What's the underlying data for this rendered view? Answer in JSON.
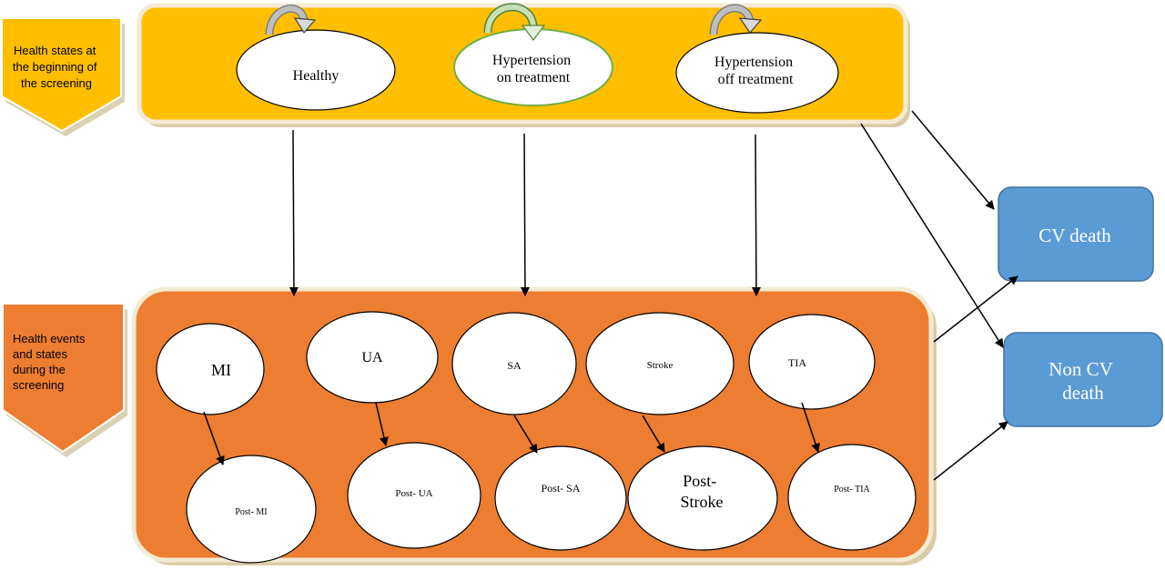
{
  "colors": {
    "top_band": "#FFBF00",
    "bottom_band": "#ED7D31",
    "death_box": "#5B9BD5",
    "ellipse_fill": "#FFFFFF",
    "green_outline": "#70AD47"
  },
  "side_labels": {
    "top": [
      "Health states at",
      "the beginning of",
      "the screening"
    ],
    "bottom": [
      "Health events",
      "and states",
      "during the",
      "screening"
    ]
  },
  "initial_states": {
    "healthy": "Healthy",
    "htn_on": [
      "Hypertension",
      "on treatment"
    ],
    "htn_off": [
      "Hypertension",
      "off treatment"
    ]
  },
  "events": {
    "mi": "MI",
    "ua": "UA",
    "sa": "SA",
    "stroke": "Stroke",
    "tia": "TIA"
  },
  "post_events": {
    "post_mi": "Post- MI",
    "post_ua": "Post- UA",
    "post_sa": "Post- SA",
    "post_stroke": [
      "Post-",
      "Stroke"
    ],
    "post_tia": "Post- TIA"
  },
  "outcomes": {
    "cv_death": "CV death",
    "non_cv_death": [
      "Non CV",
      "death"
    ]
  },
  "icons": {
    "self_loop": "curved-arrow-icon"
  }
}
